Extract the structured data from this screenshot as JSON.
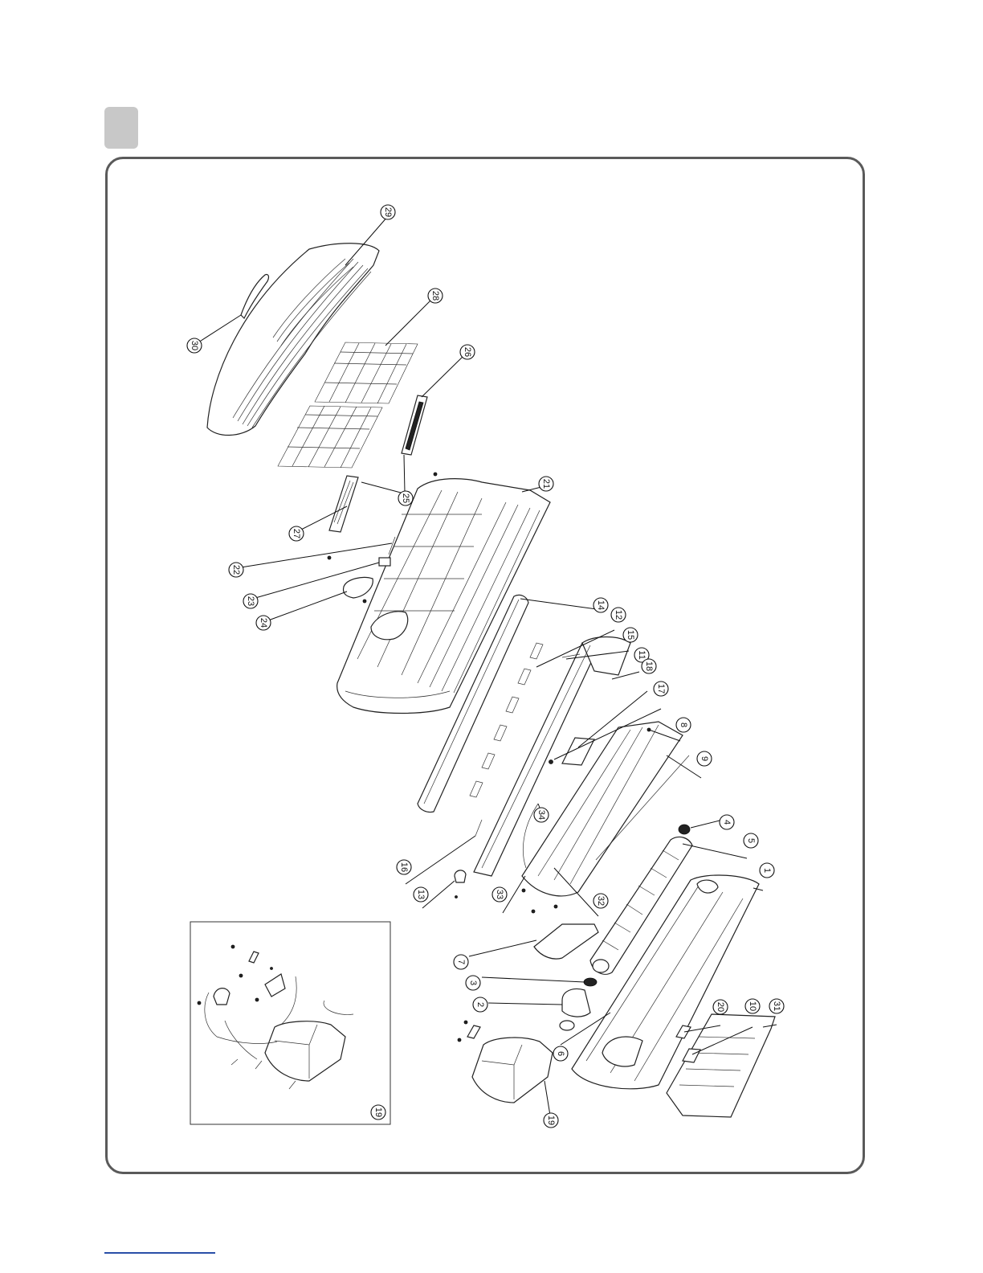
{
  "callouts": [
    {
      "id": "c1",
      "label": "1"
    },
    {
      "id": "c2",
      "label": "2"
    },
    {
      "id": "c3",
      "label": "3"
    },
    {
      "id": "c4",
      "label": "4"
    },
    {
      "id": "c5",
      "label": "5"
    },
    {
      "id": "c6",
      "label": "6"
    },
    {
      "id": "c7",
      "label": "7"
    },
    {
      "id": "c8",
      "label": "8"
    },
    {
      "id": "c9",
      "label": "9"
    },
    {
      "id": "c10",
      "label": "10"
    },
    {
      "id": "c11",
      "label": "11"
    },
    {
      "id": "c12",
      "label": "12"
    },
    {
      "id": "c13",
      "label": "13"
    },
    {
      "id": "c14",
      "label": "14"
    },
    {
      "id": "c15",
      "label": "15"
    },
    {
      "id": "c16",
      "label": "16"
    },
    {
      "id": "c17",
      "label": "17"
    },
    {
      "id": "c18",
      "label": "18"
    },
    {
      "id": "c19",
      "label": "19"
    },
    {
      "id": "c19b",
      "label": "19"
    },
    {
      "id": "c20",
      "label": "20"
    },
    {
      "id": "c21",
      "label": "21"
    },
    {
      "id": "c22",
      "label": "22"
    },
    {
      "id": "c23",
      "label": "23"
    },
    {
      "id": "c24",
      "label": "24"
    },
    {
      "id": "c25",
      "label": "25"
    },
    {
      "id": "c26",
      "label": "26"
    },
    {
      "id": "c27",
      "label": "27"
    },
    {
      "id": "c28",
      "label": "28"
    },
    {
      "id": "c29",
      "label": "29"
    },
    {
      "id": "c30",
      "label": "30"
    },
    {
      "id": "c31",
      "label": "31"
    },
    {
      "id": "c32",
      "label": "32"
    },
    {
      "id": "c33",
      "label": "33"
    },
    {
      "id": "c34",
      "label": "34"
    }
  ],
  "colors": {
    "frame": "#5a5a5a",
    "tab": "#c8c8c8",
    "footer_line": "#2a4fa8"
  }
}
